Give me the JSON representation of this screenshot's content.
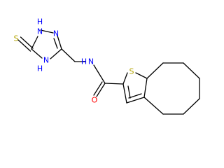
{
  "molecule": {
    "atoms": {
      "s_thione": {
        "text": "S",
        "color": "#b3a400"
      },
      "n1_triazole": {
        "text": "N",
        "color": "#0000ff"
      },
      "h1_triazole": {
        "text": "H",
        "color": "#0000ff"
      },
      "n2_triazole": {
        "text": "N",
        "color": "#0000ff"
      },
      "n4_triazole": {
        "text": "N",
        "color": "#0000ff"
      },
      "h4_triazole": {
        "text": "H",
        "color": "#0000ff"
      },
      "n_amide": {
        "text": "N",
        "color": "#0000ff"
      },
      "h_amide": {
        "text": "H",
        "color": "#0000ff"
      },
      "o_carbonyl": {
        "text": "O",
        "color": "#ff0000"
      },
      "s_thiophene": {
        "text": "S",
        "color": "#b3a400"
      }
    },
    "bond_color": "#000000"
  }
}
